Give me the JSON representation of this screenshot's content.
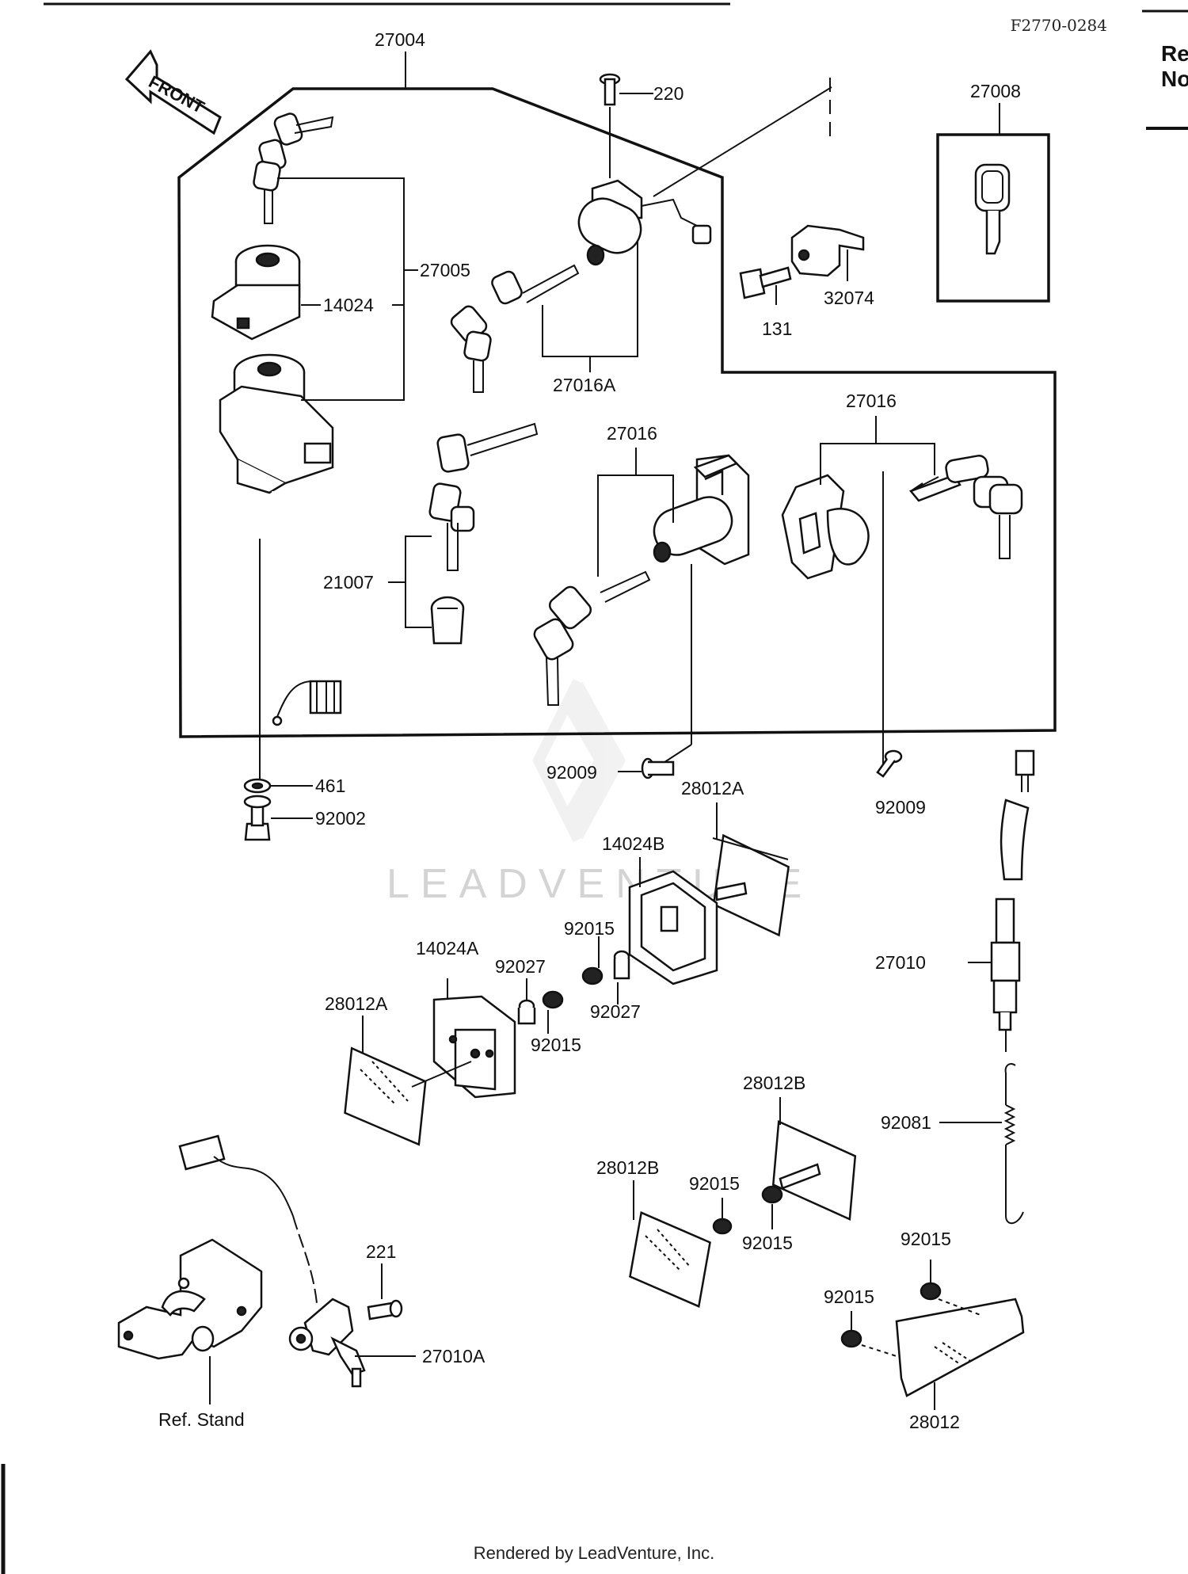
{
  "header": {
    "diagram_code": "F2770-0284",
    "side_label_line1": "Re",
    "side_label_line2": "No"
  },
  "front_arrow_text": "FRONT",
  "watermark": "LEADVENTURE",
  "footer": "Rendered by LeadVenture, Inc.",
  "callouts": {
    "p27004": "27004",
    "p220": "220",
    "p27008": "27008",
    "p27005": "27005",
    "p14024": "14024",
    "p32074": "32074",
    "p131": "131",
    "p27016A": "27016A",
    "p27016_right": "27016",
    "p27016_center": "27016",
    "p21007": "21007",
    "p461": "461",
    "p92002": "92002",
    "p92009_center": "92009",
    "p92009_right": "92009",
    "p28012A_top": "28012A",
    "p14024B": "14024B",
    "p92015_a": "92015",
    "p14024A": "14024A",
    "p92027_a": "92027",
    "p92027_b": "92027",
    "p27010": "27010",
    "p28012A_left": "28012A",
    "p92015_b": "92015",
    "p28012B_right": "28012B",
    "p92081": "92081",
    "p28012B_left": "28012B",
    "p92015_c": "92015",
    "p92015_d": "92015",
    "p221": "221",
    "p92015_e": "92015",
    "p92015_f": "92015",
    "p27010A": "27010A",
    "ref_stand": "Ref. Stand",
    "p28012": "28012"
  }
}
